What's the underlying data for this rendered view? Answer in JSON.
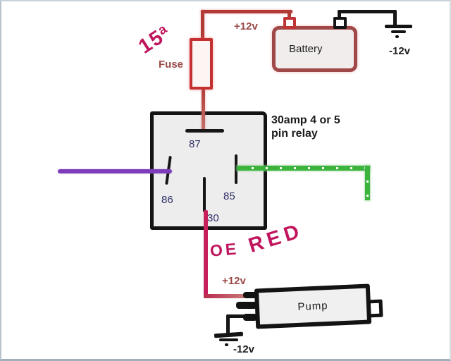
{
  "colors": {
    "wire_red": "#b23a36",
    "wire_red_fade": "#c6736c",
    "fuse_red": "#c53030",
    "battery_red": "#a04848",
    "wire_black": "#161616",
    "wire_purple": "#7b3db9",
    "wire_green": "#3cb33c",
    "wire_crimson": "#c5205b",
    "wire_salmon": "#c9807a",
    "handwriting_crimson": "#c0155c",
    "label_red": "#9b4949",
    "label_navy": "#30306a",
    "label_black": "#1c1c1c"
  },
  "labels": {
    "fuse_rating_value": "15",
    "fuse_rating_unit": "a",
    "fuse": "Fuse",
    "plus12v_top": "+12v",
    "battery": "Battery",
    "minus12v_top": "-12v",
    "relay_note_line1": "30amp 4 or 5",
    "relay_note_line2": "pin relay",
    "pin87": "87",
    "pin86": "86",
    "pin85": "85",
    "pin30": "30",
    "wire_note_oe": "OE",
    "wire_note_red": "RED",
    "plus12v_bottom": "+12v",
    "pump": "Pump",
    "minus12v_bottom": "-12v"
  }
}
